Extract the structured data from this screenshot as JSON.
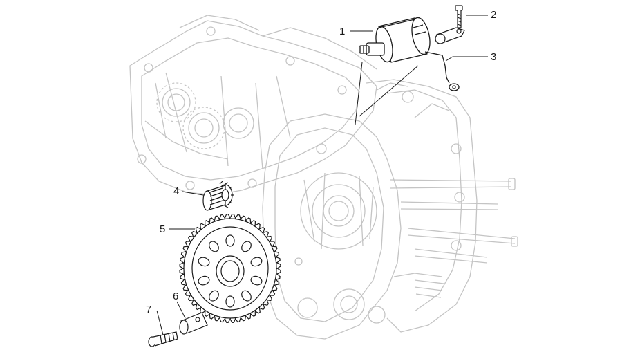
{
  "callouts": [
    {
      "id": "1",
      "label": "1"
    },
    {
      "id": "2",
      "label": "2"
    },
    {
      "id": "3",
      "label": "3"
    },
    {
      "id": "4",
      "label": "4"
    },
    {
      "id": "5",
      "label": "5"
    },
    {
      "id": "6",
      "label": "6"
    },
    {
      "id": "7",
      "label": "7"
    }
  ],
  "colors": {
    "line": "#1a1a1a",
    "ghost": "#c4c4c4",
    "part_fill": "#ffffff"
  }
}
